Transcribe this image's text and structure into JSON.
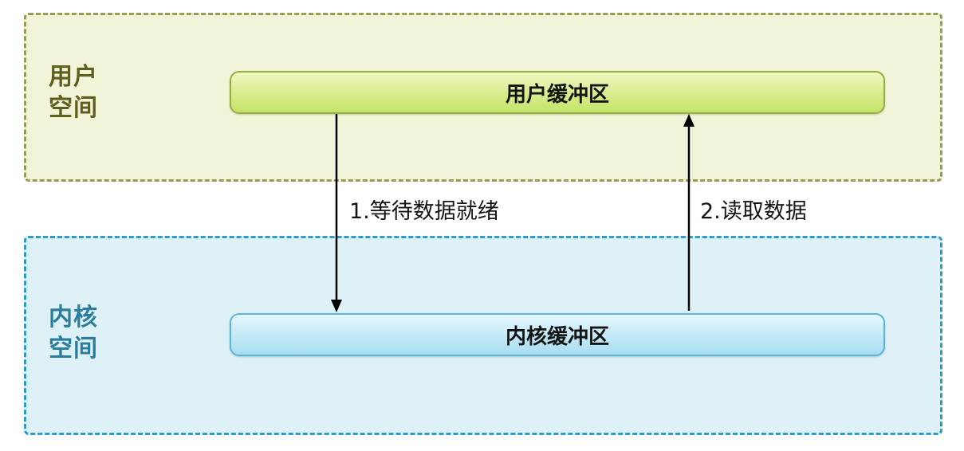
{
  "diagram": {
    "title": "user-space kernel-space buffer data flow",
    "user_space": {
      "label_line1": "用户",
      "label_line2": "空间",
      "buffer_label": "用户缓冲区"
    },
    "kernel_space": {
      "label_line1": "内核",
      "label_line2": "空间",
      "buffer_label": "内核缓冲区"
    },
    "arrows": [
      {
        "label": "1.等待数据就绪",
        "direction": "down",
        "from": "用户缓冲区",
        "to": "内核缓冲区"
      },
      {
        "label": "2.读取数据",
        "direction": "up",
        "from": "内核缓冲区",
        "to": "用户缓冲区"
      }
    ],
    "colors": {
      "user_region_bg": "#f2f4da",
      "user_region_border": "#9b9b55",
      "user_buffer_fill": "#d8ec8c",
      "user_buffer_border": "#97ae41",
      "user_label_text": "#5f5f1d",
      "kernel_region_bg": "#def1f7",
      "kernel_region_border": "#2f9cc7",
      "kernel_buffer_fill": "#c3e9f7",
      "kernel_buffer_border": "#5fb5d6",
      "kernel_label_text": "#2a7d9b",
      "arrow_color": "#000000"
    }
  }
}
